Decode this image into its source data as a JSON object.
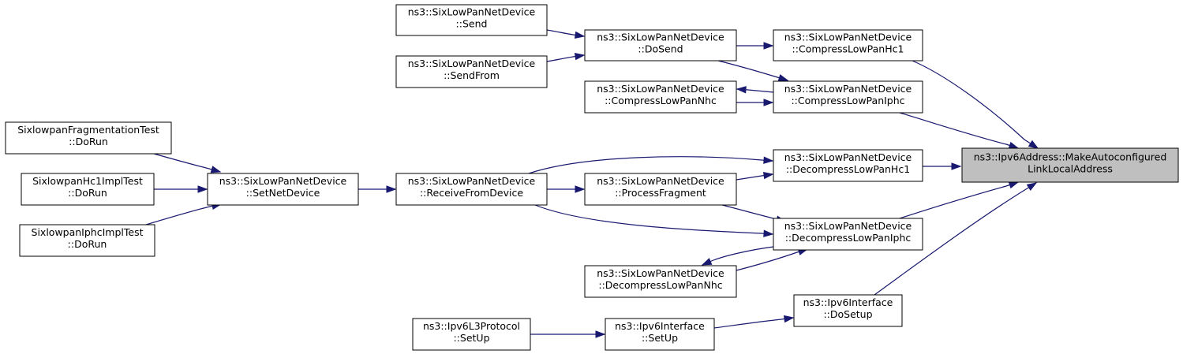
{
  "nodes": {
    "make_autoconf": [
      "ns3::Ipv6Address::MakeAutoconfigured",
      "LinkLocalAddress"
    ],
    "compress_hc1": [
      "ns3::SixLowPanNetDevice",
      "::CompressLowPanHc1"
    ],
    "compress_iphc": [
      "ns3::SixLowPanNetDevice",
      "::CompressLowPanIphc"
    ],
    "decompress_hc1": [
      "ns3::SixLowPanNetDevice",
      "::DecompressLowPanHc1"
    ],
    "decompress_iphc": [
      "ns3::SixLowPanNetDevice",
      "::DecompressLowPanIphc"
    ],
    "iface_dosetup": [
      "ns3::Ipv6Interface",
      "::DoSetup"
    ],
    "dosend": [
      "ns3::SixLowPanNetDevice",
      "::DoSend"
    ],
    "send": [
      "ns3::SixLowPanNetDevice",
      "::Send"
    ],
    "sendfrom": [
      "ns3::SixLowPanNetDevice",
      "::SendFrom"
    ],
    "compress_nhc": [
      "ns3::SixLowPanNetDevice",
      "::CompressLowPanNhc"
    ],
    "receive": [
      "ns3::SixLowPanNetDevice",
      "::ReceiveFromDevice"
    ],
    "setnetdevice": [
      "ns3::SixLowPanNetDevice",
      "::SetNetDevice"
    ],
    "frag_test": [
      "SixlowpanFragmentationTest",
      "::DoRun"
    ],
    "hc1_test": [
      "SixlowpanHc1ImplTest",
      "::DoRun"
    ],
    "iphc_test": [
      "SixlowpanIphcImplTest",
      "::DoRun"
    ],
    "process_fragment": [
      "ns3::SixLowPanNetDevice",
      "::ProcessFragment"
    ],
    "decompress_nhc": [
      "ns3::SixLowPanNetDevice",
      "::DecompressLowPanNhc"
    ],
    "iface_setup": [
      "ns3::Ipv6Interface",
      "::SetUp"
    ],
    "l3_setup": [
      "ns3::Ipv6L3Protocol",
      "::SetUp"
    ]
  },
  "highlighted_node": "make_autoconf",
  "colors": {
    "edge": "#191970",
    "highlight_fill": "#bfbfbf",
    "node_border": "#000000"
  }
}
